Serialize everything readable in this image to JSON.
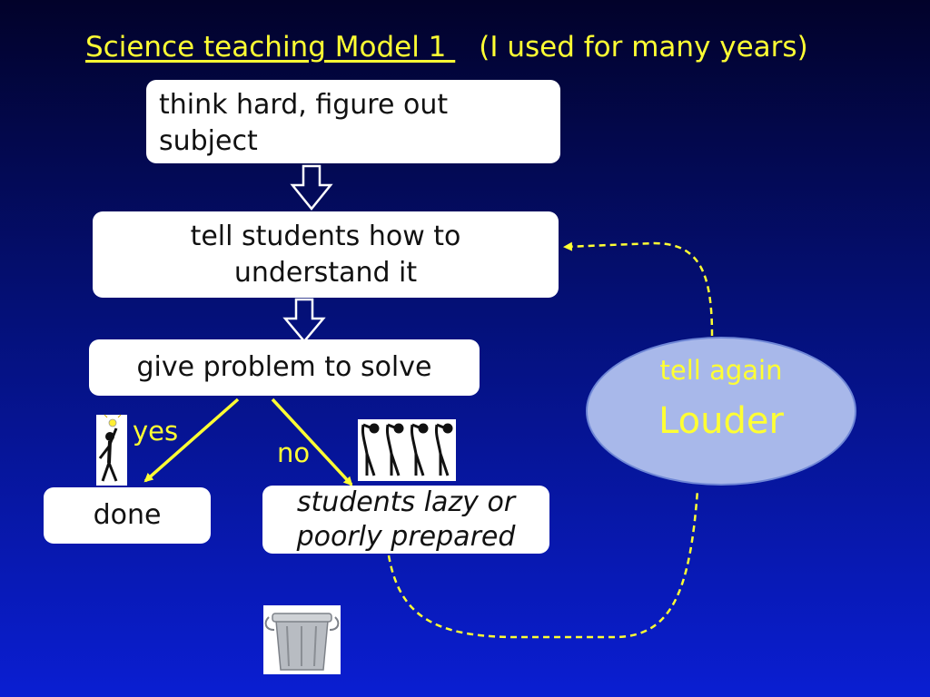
{
  "title": {
    "main": "Science teaching Model 1 ",
    "aside": "(I used for many years)"
  },
  "boxes": {
    "think": "think hard, figure out subject",
    "tell": "tell students how to understand it",
    "problem": "give problem to solve",
    "done": "done",
    "lazy": "students lazy or poorly prepared"
  },
  "labels": {
    "yes": "yes",
    "no": "no"
  },
  "ellipse": {
    "line1": "tell again",
    "line2": "Louder"
  },
  "colors": {
    "accent": "#ffff33",
    "ellipse_fill": "#a8b8ea",
    "box": "#ffffff"
  },
  "icons": [
    "down-arrow-icon",
    "lightbulb-person-icon",
    "slumped-people-icon",
    "trash-can-icon"
  ]
}
